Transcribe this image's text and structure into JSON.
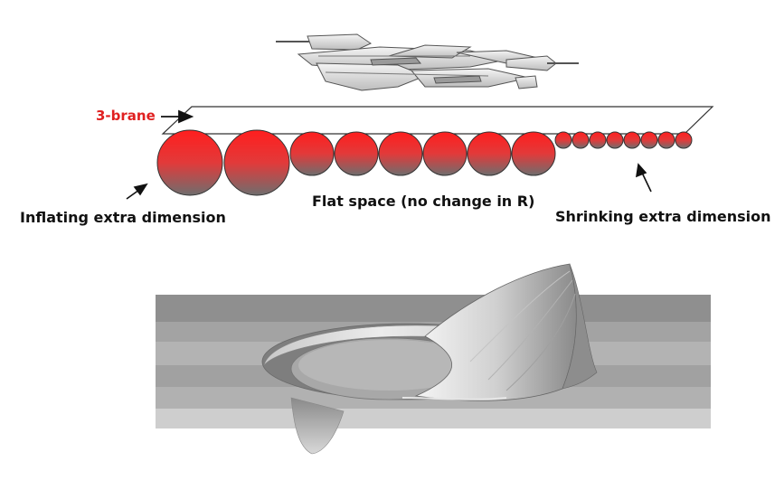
{
  "labels": {
    "brane": "3-brane",
    "flat": "Flat space (no change in R)",
    "inflating": "Inflating extra dimension",
    "shrinking": "Shrinking extra dimension"
  },
  "colors": {
    "brane_label": "#e02020",
    "sphere_top": "#ff1e1e",
    "sphere_bottom": "#707070",
    "text": "#111111"
  },
  "icons": [
    "spaceship-illustration",
    "warp-bubble-surface"
  ]
}
